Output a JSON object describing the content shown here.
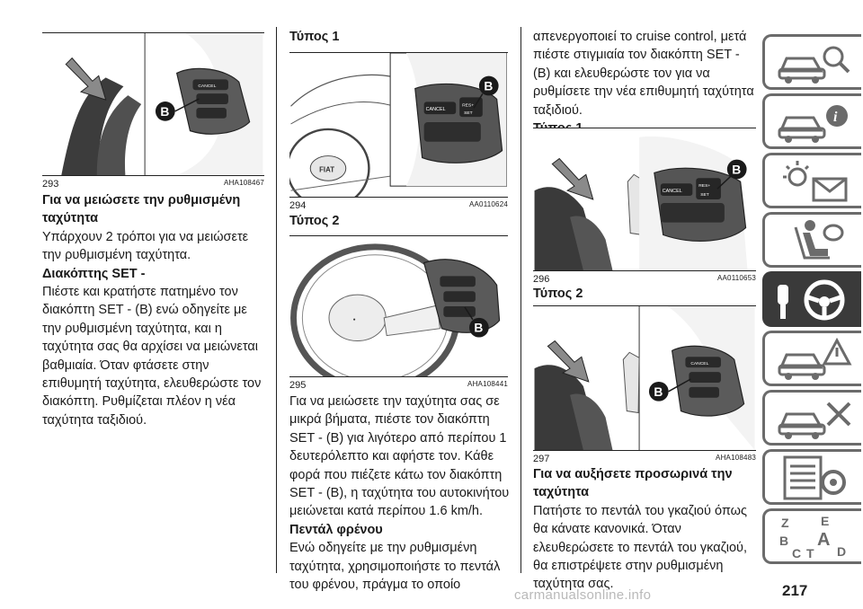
{
  "col1": {
    "fig_num": "293",
    "fig_code": "AHA108467",
    "heading": "Για να μειώσετε την ρυθμισμένη ταχύτητα",
    "intro": "Υπάρχουν 2 τρόποι για να μειώσετε την ρυθμισμένη ταχύτητα.",
    "sub_heading": "Διακόπτης SET -",
    "body": "Πιέστε και κρατήστε πατημένο τον διακόπτη SET - (B) ενώ οδηγείτε με την ρυθμισμένη ταχύτητα, και η ταχύτητα σας θα αρχίσει να μειώνεται βαθμιαία. Όταν φτάσετε στην επιθυμητή ταχύτητα, ελευθερώστε τον διακόπτη. Ρυθμίζεται πλέον η νέα ταχύτητα ταξιδιού."
  },
  "col2": {
    "type1_heading": "Τύπος 1",
    "fig1_num": "294",
    "fig1_code": "AA0110624",
    "type2_heading": "Τύπος 2",
    "fig2_num": "295",
    "fig2_code": "AHA108441",
    "body": "Για να μειώσετε την ταχύτητα σας σε μικρά βήματα, πιέστε τον διακόπτη SET - (B) για λιγότερο από περίπου 1 δευτερόλεπτο και αφήστε τον. Κάθε φορά που πιέζετε κάτω τον διακόπτη SET - (B), η ταχύτητα του αυτοκινήτου μειώνεται κατά περίπου 1.6 km/h.",
    "brake_heading": "Πεντάλ φρένου",
    "brake_body": "Ενώ οδηγείτε με την ρυθμισμένη ταχύτητα, χρησιμοποιήστε το πεντάλ του φρένου, πράγμα το οποίο"
  },
  "col3": {
    "top_body": "απενεργοποιεί το cruise control, μετά πιέστε στιγμιαία τον διακόπτη SET - (B) και ελευθερώστε τον για να ρυθμίσετε την νέα επιθυμητή ταχύτητα ταξιδιού.",
    "type1_heading": "Τύπος 1",
    "fig1_num": "296",
    "fig1_code": "AA0110653",
    "type2_heading": "Τύπος 2",
    "fig2_num": "297",
    "fig2_code": "AHA108483",
    "heading": "Για να αυξήσετε προσωρινά την ταχύτητα",
    "body": "Πατήστε το πεντάλ του γκαζιού όπως θα κάνατε κανονικά. Όταν ελευθερώσετε το πεντάλ του γκαζιού, θα επιστρέψετε στην ρυθμισμένη ταχύτητα σας."
  },
  "figure_labels": {
    "callout": "B",
    "cancel": "CANCEL",
    "res": "RES+",
    "set": "SET",
    "badge": "FIAT"
  },
  "sidebar": {
    "tabs": [
      {
        "icon": "car-search-icon",
        "active": false
      },
      {
        "icon": "car-info-icon",
        "active": false
      },
      {
        "icon": "warning-light-message-icon",
        "active": false
      },
      {
        "icon": "seat-airbag-icon",
        "active": false
      },
      {
        "icon": "key-steering-wheel-icon",
        "active": true
      },
      {
        "icon": "car-warning-triangle-icon",
        "active": false
      },
      {
        "icon": "car-tools-icon",
        "active": false
      },
      {
        "icon": "technical-data-list-icon",
        "active": false
      },
      {
        "icon": "alphabetical-index-icon",
        "active": false
      }
    ],
    "index_letters": [
      "Z",
      "E",
      "B",
      "A",
      "C",
      "T",
      "D"
    ]
  },
  "page_number": "217",
  "watermark": "carmanualsonline.info",
  "colors": {
    "text": "#1a1a1a",
    "tab_border": "#6b6b6b",
    "tab_active": "#3a3a3a",
    "watermark": "#b9b9b9"
  }
}
